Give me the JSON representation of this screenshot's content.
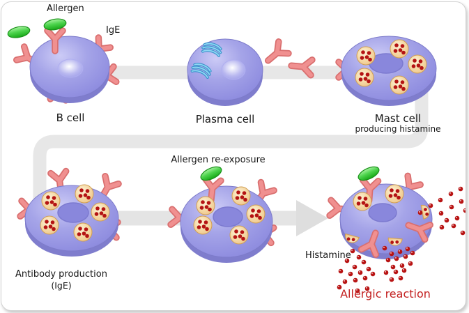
{
  "labels": {
    "allergen": "Allergen",
    "ige": "IgE",
    "b_cell": "B cell",
    "plasma_cell": "Plasma cell",
    "mast_cell": "Mast cell",
    "mast_cell_sub": "producing histamine",
    "antibody_production": "Antibody production",
    "antibody_production_ige": "(IgE)",
    "allergen_reexposure": "Allergen re-exposure",
    "histamine": "Histamine",
    "allergic_reaction": "Allergic reaction"
  },
  "colors": {
    "cell_body": "#9b9ae2",
    "cell_rim": "#7f7dcd",
    "cell_nucleus": "#8987dc",
    "ige_receptor": "#f09090",
    "allergen_green": "#4ed44e",
    "granule": "#f5d9a5",
    "histamine_dot": "#b81414",
    "flow_band": "#e7e7e7",
    "er_cyan": "#8fd8f4",
    "reaction_text": "#c32020"
  }
}
